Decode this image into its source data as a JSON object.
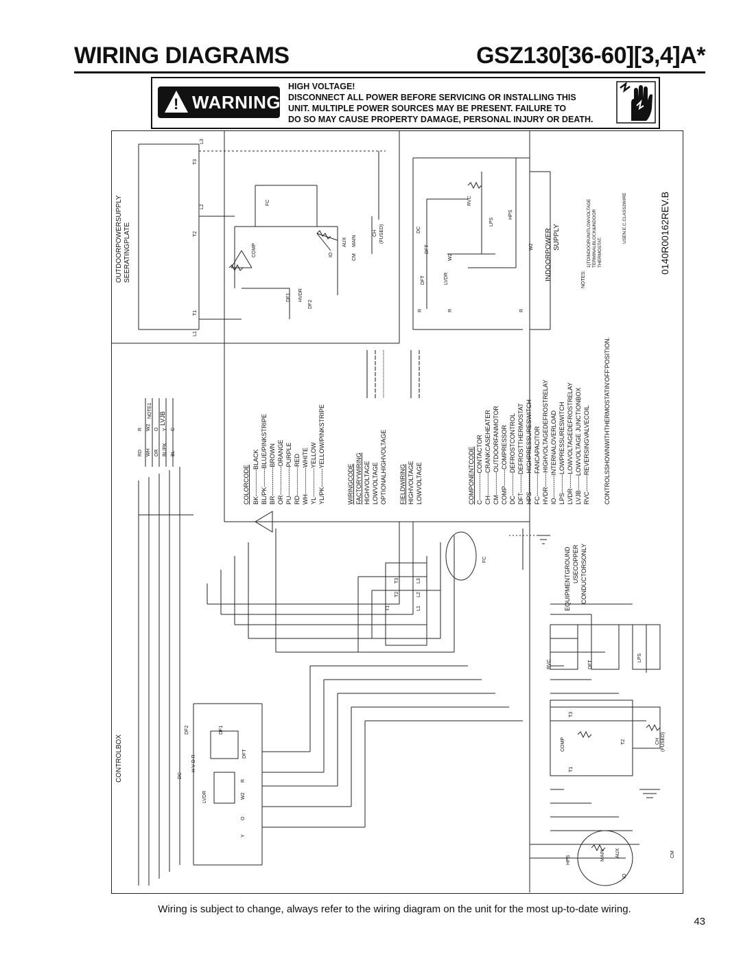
{
  "header": {
    "title": "WIRING DIAGRAMS",
    "model": "GSZ130[36-60][3,4]A*"
  },
  "warning": {
    "badge": "WARNING",
    "lines": [
      "HIGH VOLTAGE!",
      "DISCONNECT ALL POWER BEFORE SERVICING OR INSTALLING THIS",
      "UNIT.  MULTIPLE POWER SOURCES MAY BE PRESENT.  FAILURE TO",
      "DO SO MAY CAUSE PROPERTY DAMAGE, PERSONAL INJURY OR DEATH."
    ]
  },
  "diagram": {
    "outdoor_supply": [
      "OUTDOORPOWERSUPPLY",
      "SEERATINGPLATE"
    ],
    "control_box": "CONTROLBOX",
    "lvjb": "LVJB",
    "note1": "NOTE1",
    "lvjb_rows": [
      {
        "wire": "RD",
        "term": "R"
      },
      {
        "wire": "WH",
        "term": "W2"
      },
      {
        "wire": "OR",
        "term": "O"
      },
      {
        "wire": "BL/PK",
        "term": "Y"
      },
      {
        "wire": "BL",
        "term": "C"
      }
    ],
    "color_code_title": "COLORCODE",
    "color_code": [
      "BK-------------BLACK",
      "BL/PK---------BLUE/PINKSTRIPE",
      "BR--------------BROWN",
      "OR--------------ORANGE",
      "PU--------------PURPLE",
      "RD--------------RED",
      "WH-------------WHITE",
      "YL--------------YELLOW",
      "YL/PK---------YELLOW/PINKSTRIPE"
    ],
    "wiring_code_title": "WIRINGCODE",
    "factory_wiring_title": "FACTORYWIRING",
    "factory_wiring": [
      "HIGHVOLTAGE",
      "LOWVOLTAGE",
      "OPTIONALHIGHVOLTAGE"
    ],
    "field_wiring_title": "FIELDWIRING",
    "field_wiring": [
      "HIGHVOLTAGE",
      "LOWVOLTAGE"
    ],
    "component_code_title": "COMPONENTCODE",
    "component_code": [
      "C-------------CONTACTOR",
      "CH-----------CRANKCASEHEATER",
      "CM-----------OUTDOORFANMOTOR",
      "COMP--------COMPRESSOR",
      "DC-----------DEFROSTCONTROL",
      "DFT---------DEFROSTTHERMOSTAT",
      "HPS---------HIGHPRESSURESWITCH",
      "FC-----------FANCAPACITOR",
      "HVDR-------HIGHVOLTAGEDEFROSTRELAY",
      "IO-----------INTERNALOVERLOAD",
      "LPS---------LOWPRESSURESWITCH",
      "LVDR-------LOWVOLTAGEDEFROSTRELAY",
      "LVJB-------LOWVOLTAGE  JUNCTIONBOX",
      "RVC--------REVERSINGVALVECOIL"
    ],
    "controls_note": "CONTROLSSHOWNWITHTHERMOSTATIN'OFF'POSITION.",
    "ground_note": [
      "EQUIPMENTGROUND",
      "USECOPPER",
      "CONDUCTORSONLY"
    ],
    "indoor_power": [
      "INDOORPOWER",
      "SUPPLY"
    ],
    "notes_title": "NOTES:",
    "notes": [
      "1)TOINDOORUNITLOWVOLTAGE",
      "TERMINALBLOCK&INDOOR",
      "THERMOSTAT."
    ],
    "notes_class2": "USEN.E.C.CLASS2WIRE",
    "part_number": "0140R00162REV.B",
    "labels": {
      "comp": "COMP",
      "main": "MAIN",
      "aux": "AUX",
      "io": "IO",
      "cm": "CM",
      "ch": "CH",
      "fused": "(FUSED)",
      "fc": "FC",
      "c": "C",
      "dc": "DC",
      "dft": "DFT",
      "lvdr": "LVDR",
      "hvdr": "HVDR",
      "rvc": "RVC",
      "lps": "LPS",
      "hps": "HPS",
      "t1": "T1",
      "t2": "T2",
      "t3": "T3",
      "l1": "L1",
      "l2": "L2",
      "l3": "L3",
      "df1": "DF1",
      "df2": "DF2",
      "r": "R",
      "y": "Y",
      "o": "O",
      "w2": "W2",
      "hvdr_letters": "H V D R"
    }
  },
  "footer": {
    "note": "Wiring is subject to change, always refer to the wiring diagram on the unit for the most up-to-date wiring.",
    "page": "43"
  }
}
